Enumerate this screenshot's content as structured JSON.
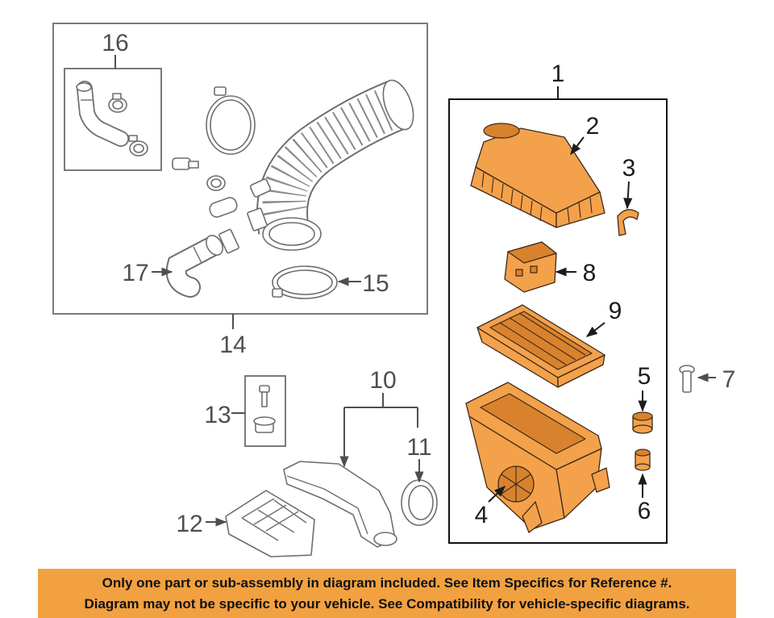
{
  "callouts": [
    "1",
    "2",
    "3",
    "4",
    "5",
    "6",
    "7",
    "8",
    "9",
    "10",
    "11",
    "12",
    "13",
    "14",
    "15",
    "16",
    "17"
  ],
  "banner": {
    "line1": "Only one part or sub-assembly in diagram included. See Item Specifics for Reference #.",
    "line2": "Diagram may not be specific to your vehicle. See Compatibility for vehicle-specific diagrams."
  },
  "colors": {
    "part_fill": "#F4A14B",
    "banner_bg": "#F2A141",
    "line_gray": "#6e6e6e",
    "label_dark": "#1c1c1c",
    "label_gray": "#4f4f4f"
  }
}
